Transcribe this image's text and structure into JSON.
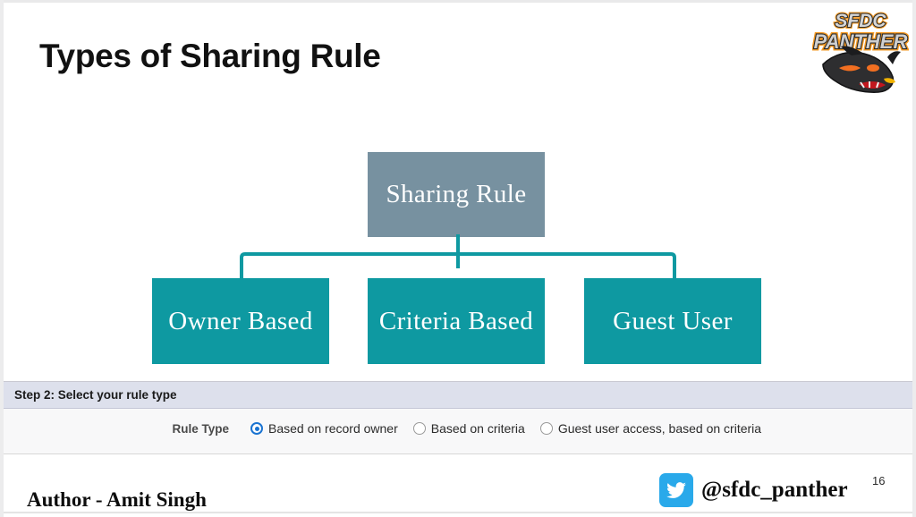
{
  "slide": {
    "title": "Types of Sharing Rule",
    "page_number": "16",
    "colors": {
      "root_node": "#7791a0",
      "child_node": "#0e99a1",
      "connector": "#0e99a1",
      "step_header_bg": "#dde0ec",
      "radio_selected": "#1a73d1",
      "twitter_blue": "#29a9ea",
      "logo_outline": "#f59a23"
    }
  },
  "logo": {
    "name": "sfdc-panther-logo",
    "line1": "SFDC",
    "line2": "PANTHER"
  },
  "diagram": {
    "root": {
      "label": "Sharing Rule"
    },
    "children": [
      {
        "label": "Owner Based"
      },
      {
        "label": "Criteria Based"
      },
      {
        "label": "Guest User"
      }
    ]
  },
  "salesforce_panel": {
    "step_header": "Step 2: Select your rule type",
    "field_label": "Rule Type",
    "radio_options": [
      {
        "label": "Based on record owner",
        "selected": true
      },
      {
        "label": "Based on criteria",
        "selected": false
      },
      {
        "label": "Guest user access, based on criteria",
        "selected": false
      }
    ]
  },
  "footer": {
    "author": "Author - Amit Singh",
    "twitter_handle": "@sfdc_panther"
  }
}
